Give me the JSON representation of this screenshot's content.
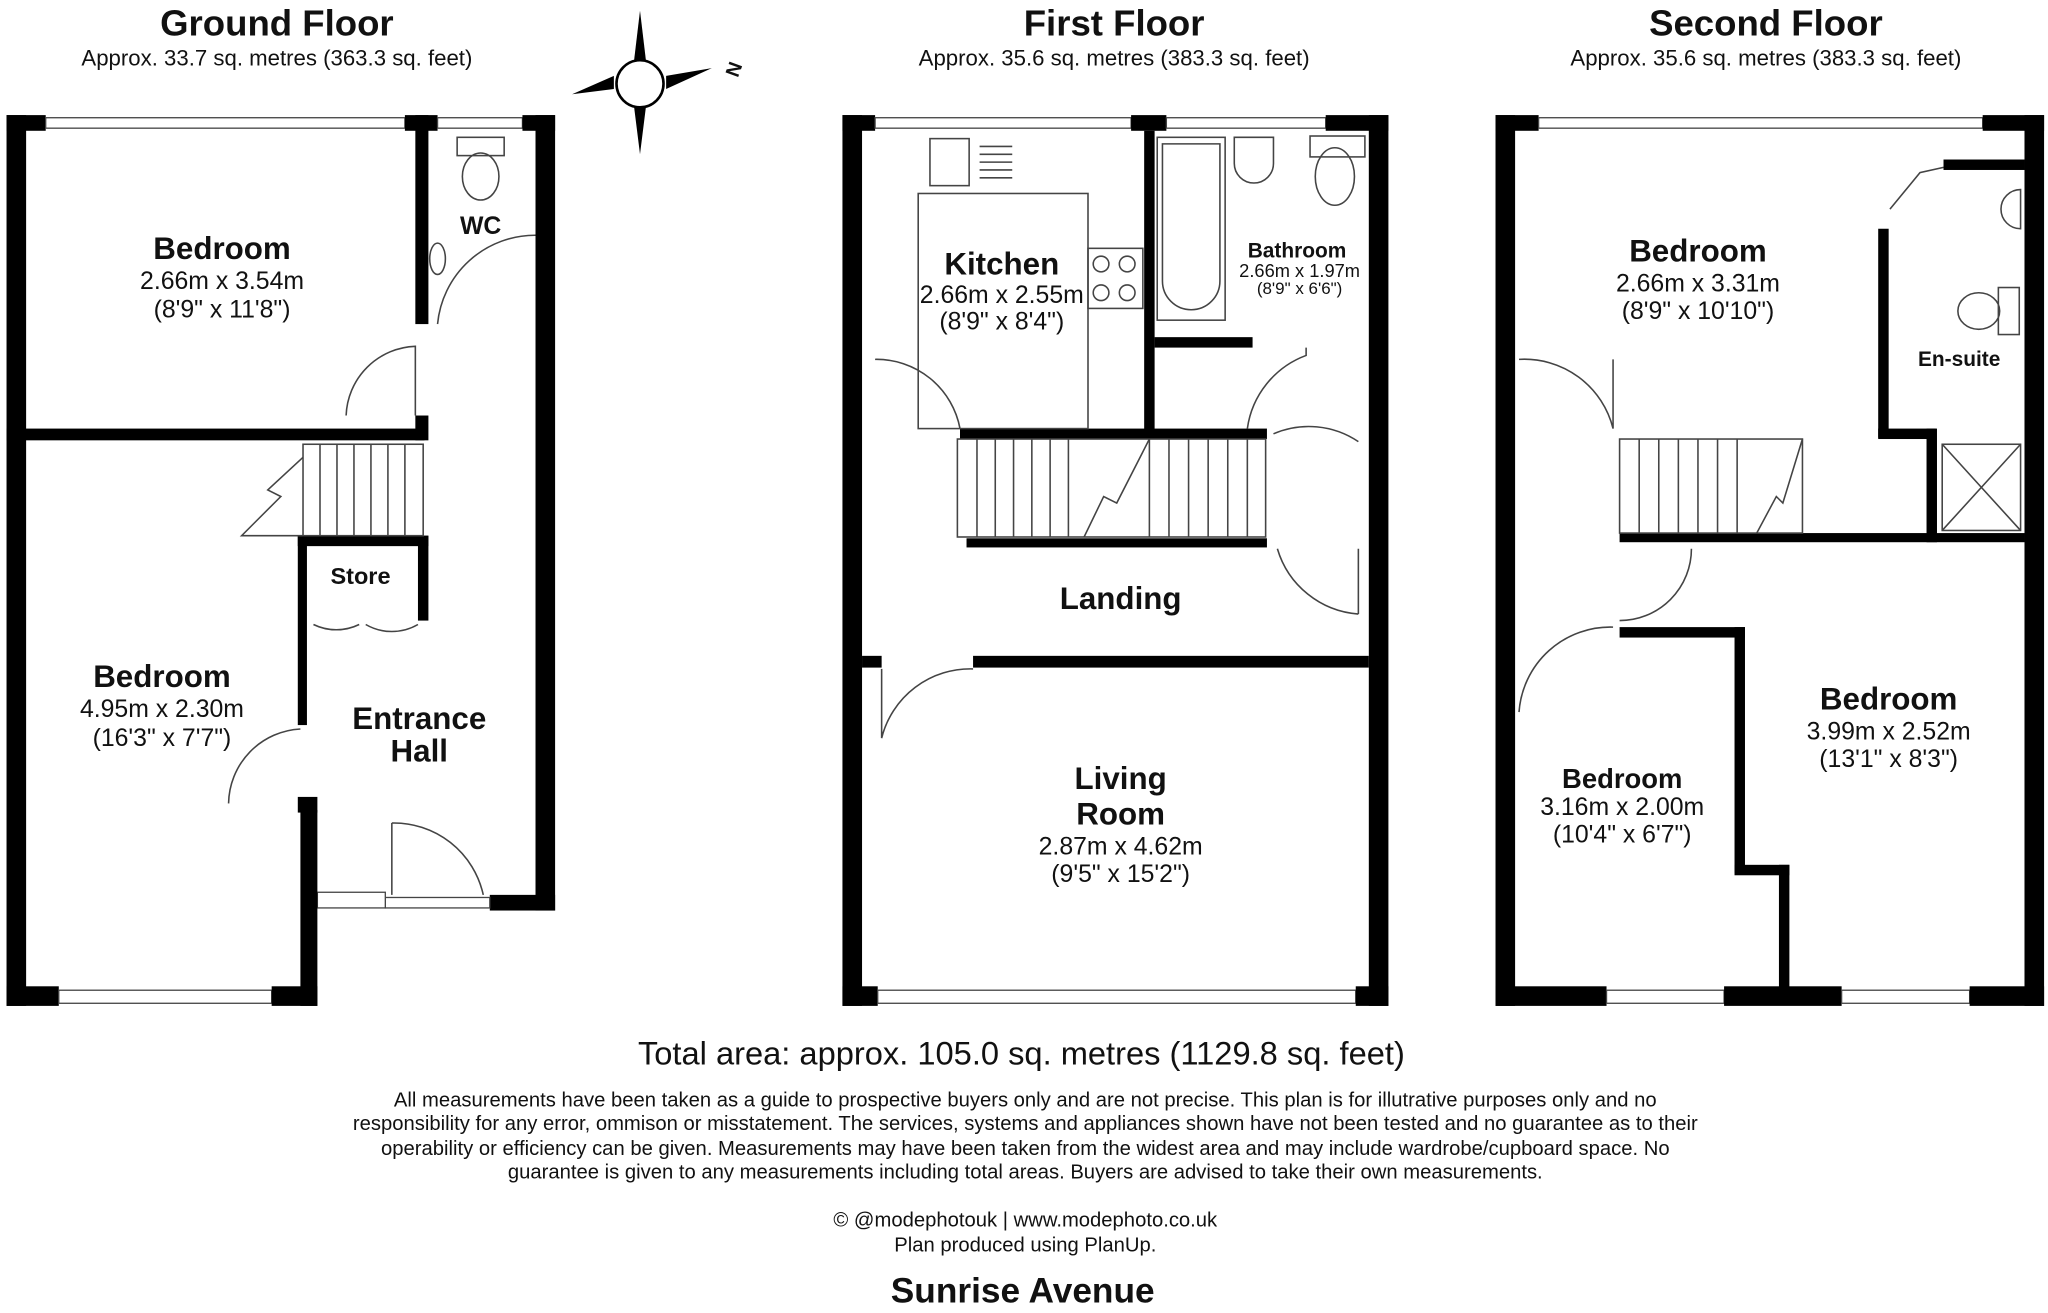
{
  "floors": [
    {
      "title": "Ground Floor",
      "area": "Approx. 33.7 sq. metres (363.3 sq. feet)",
      "rooms": [
        {
          "name": "Bedroom",
          "metric": "2.66m x 3.54m",
          "imperial": "(8'9\" x 11'8\")"
        },
        {
          "name": "Bedroom",
          "metric": "4.95m x 2.30m",
          "imperial": "(16'3\" x 7'7\")"
        },
        {
          "name": "WC"
        },
        {
          "name": "Store"
        },
        {
          "name": "Entrance",
          "name2": "Hall"
        }
      ]
    },
    {
      "title": "First Floor",
      "area": "Approx. 35.6 sq. metres (383.3 sq. feet)",
      "rooms": [
        {
          "name": "Kitchen",
          "metric": "2.66m x 2.55m",
          "imperial": "(8'9\" x 8'4\")"
        },
        {
          "name": "Bathroom",
          "metric": "2.66m x 1.97m",
          "imperial": "(8'9\" x 6'6\")"
        },
        {
          "name": "Landing"
        },
        {
          "name": "Living",
          "name2": "Room",
          "metric": "2.87m x 4.62m",
          "imperial": "(9'5\" x 15'2\")"
        }
      ]
    },
    {
      "title": "Second Floor",
      "area": "Approx. 35.6 sq. metres (383.3 sq. feet)",
      "rooms": [
        {
          "name": "Bedroom",
          "metric": "2.66m x 3.31m",
          "imperial": "(8'9\" x 10'10\")"
        },
        {
          "name": "En-suite"
        },
        {
          "name": "Bedroom",
          "metric": "3.99m x 2.52m",
          "imperial": "(13'1\" x 8'3\")"
        },
        {
          "name": "Bedroom",
          "metric": "3.16m x 2.00m",
          "imperial": "(10'4\" x 6'7\")"
        }
      ]
    }
  ],
  "compass": {
    "label": "N"
  },
  "footer": {
    "total": "Total area: approx. 105.0 sq. metres (1129.8 sq. feet)",
    "disclaimer": [
      "All measurements have been taken as a guide to prospective buyers only and are not precise. This plan is for illutrative purposes only and no",
      "responsibility for any error, ommison or misstatement. The services, systems and appliances shown have not been tested and no guarantee as to their",
      "operability or efficiency can be given. Measurements may have been taken from the widest area and may include wardrobe/cupboard space. No",
      "guarantee is given to any measurements including total areas. Buyers are advised to take their own measurements."
    ],
    "credit": "© @modephotouk | www.modephoto.co.uk",
    "produced": "Plan produced using PlanUp.",
    "address": "Sunrise Avenue"
  }
}
